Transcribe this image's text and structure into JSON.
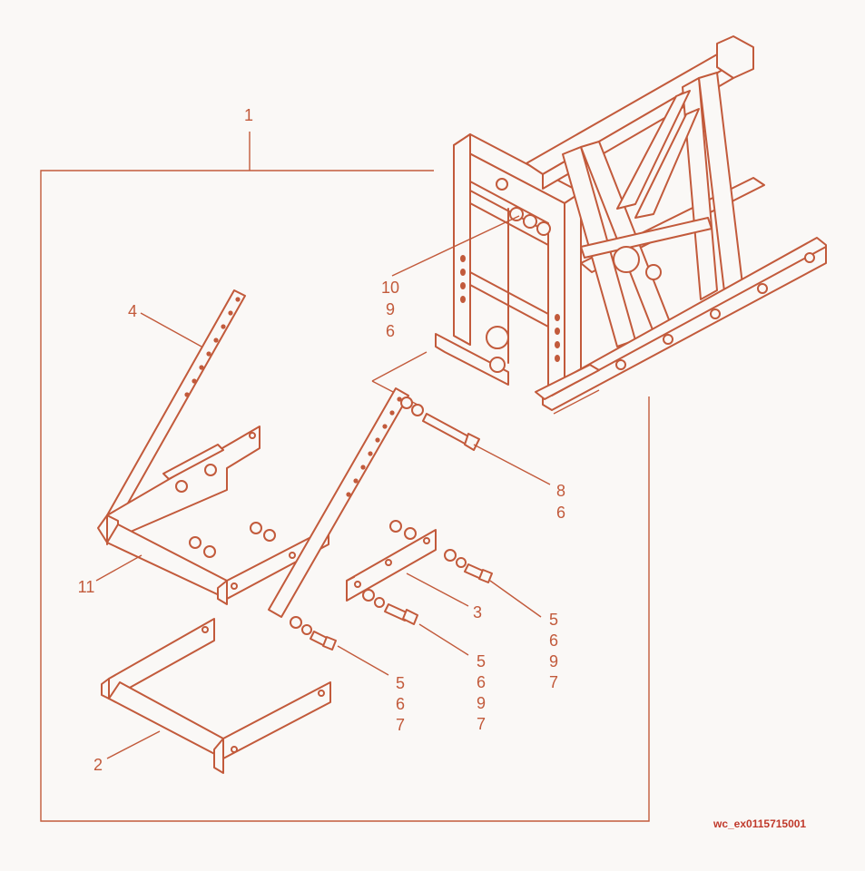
{
  "colors": {
    "ink": "#c25a3b",
    "ref": "#c0392b",
    "paper": "#faf8f6"
  },
  "callouts": {
    "c1": "1",
    "c4": "4",
    "c10": [
      "10",
      "9",
      "6"
    ],
    "c8": [
      "8",
      "6"
    ],
    "c11": "11",
    "c3": "3",
    "c5a": [
      "5",
      "6",
      "9",
      "7"
    ],
    "c5b": [
      "5",
      "6",
      "9",
      "7"
    ],
    "c5c": [
      "5",
      "6",
      "7"
    ],
    "c2": "2"
  },
  "reference_code": "wc_ex0115715001"
}
